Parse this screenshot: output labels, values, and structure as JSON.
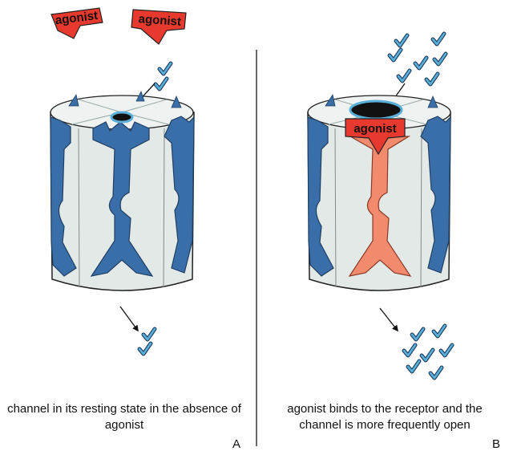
{
  "labels": {
    "agonist": "agonist",
    "caption_a": "channel in its resting state in the absence of agonist",
    "caption_b": "agonist binds to the receptor and the channel is more frequently open",
    "panel_a": "A",
    "panel_b": "B"
  },
  "colors": {
    "subunit_blue": "#3a6ea8",
    "agonist_red": "#e8392e",
    "bound_subunit": "#f28b6e",
    "channel_body": "#e3e9e7",
    "ion_check": "#5ab0d8",
    "outline": "#222222"
  },
  "icons": {
    "ion": "check-mark-icon",
    "pore": "pore-ring-icon"
  }
}
